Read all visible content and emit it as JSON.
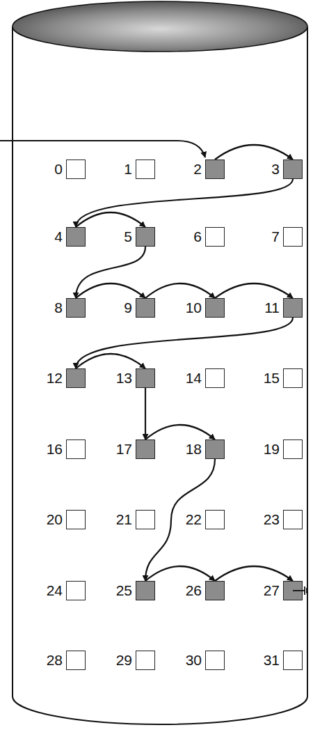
{
  "diagram": {
    "nodes": [
      {
        "text": [
          "0"
        ]
      },
      {
        "text": [
          "1"
        ]
      },
      {
        "text": [
          "2"
        ]
      },
      {
        "text": [
          "3"
        ]
      },
      {
        "text": [
          "4"
        ]
      },
      {
        "text": [
          "5"
        ]
      },
      {
        "text": [
          "6"
        ]
      },
      {
        "text": [
          "7"
        ]
      },
      {
        "text": [
          "8"
        ]
      },
      {
        "text": [
          "9"
        ]
      },
      {
        "text": [
          "10"
        ]
      },
      {
        "text": [
          "11"
        ]
      },
      {
        "text": [
          "12"
        ]
      },
      {
        "text": [
          "13"
        ]
      },
      {
        "text": [
          "14"
        ]
      },
      {
        "text": [
          "15"
        ]
      },
      {
        "text": [
          "16"
        ]
      },
      {
        "text": [
          "17"
        ]
      },
      {
        "text": [
          "18"
        ]
      },
      {
        "text": [
          "19"
        ]
      },
      {
        "text": [
          "20"
        ]
      },
      {
        "text": [
          "21"
        ]
      },
      {
        "text": [
          "22"
        ]
      },
      {
        "text": [
          "23"
        ]
      },
      {
        "text": [
          "24"
        ]
      },
      {
        "text": [
          "25"
        ]
      },
      {
        "text": [
          "26"
        ]
      },
      {
        "text": [
          "27"
        ]
      },
      {
        "text": [
          "28"
        ]
      },
      {
        "text": [
          "29"
        ]
      },
      {
        "text": [
          "30"
        ]
      },
      {
        "text": [
          "31"
        ]
      }
    ],
    "edges": [
      {
        "from": 2,
        "to": 3,
        "arrow": "to"
      },
      {
        "from": 3,
        "to": 4,
        "arrow": "to"
      },
      {
        "from": 4,
        "to": 5,
        "arrow": "to"
      },
      {
        "from": 5,
        "to": 8,
        "arrow": "to"
      },
      {
        "from": 8,
        "to": 9,
        "arrow": "to"
      },
      {
        "from": 9,
        "to": 10,
        "arrow": "to"
      },
      {
        "from": 10,
        "to": 11,
        "arrow": "to"
      },
      {
        "from": 11,
        "to": 12,
        "arrow": "to"
      },
      {
        "from": 12,
        "to": 13,
        "arrow": "to"
      },
      {
        "from": 13,
        "to": 17,
        "arrow": "to"
      },
      {
        "from": 17,
        "to": 18,
        "arrow": "to"
      },
      {
        "from": 18,
        "to": 25,
        "arrow": "to"
      },
      {
        "from": 25,
        "to": 26,
        "arrow": "to"
      },
      {
        "from": 26,
        "to": 27,
        "arrow": "to"
      }
    ]
  }
}
